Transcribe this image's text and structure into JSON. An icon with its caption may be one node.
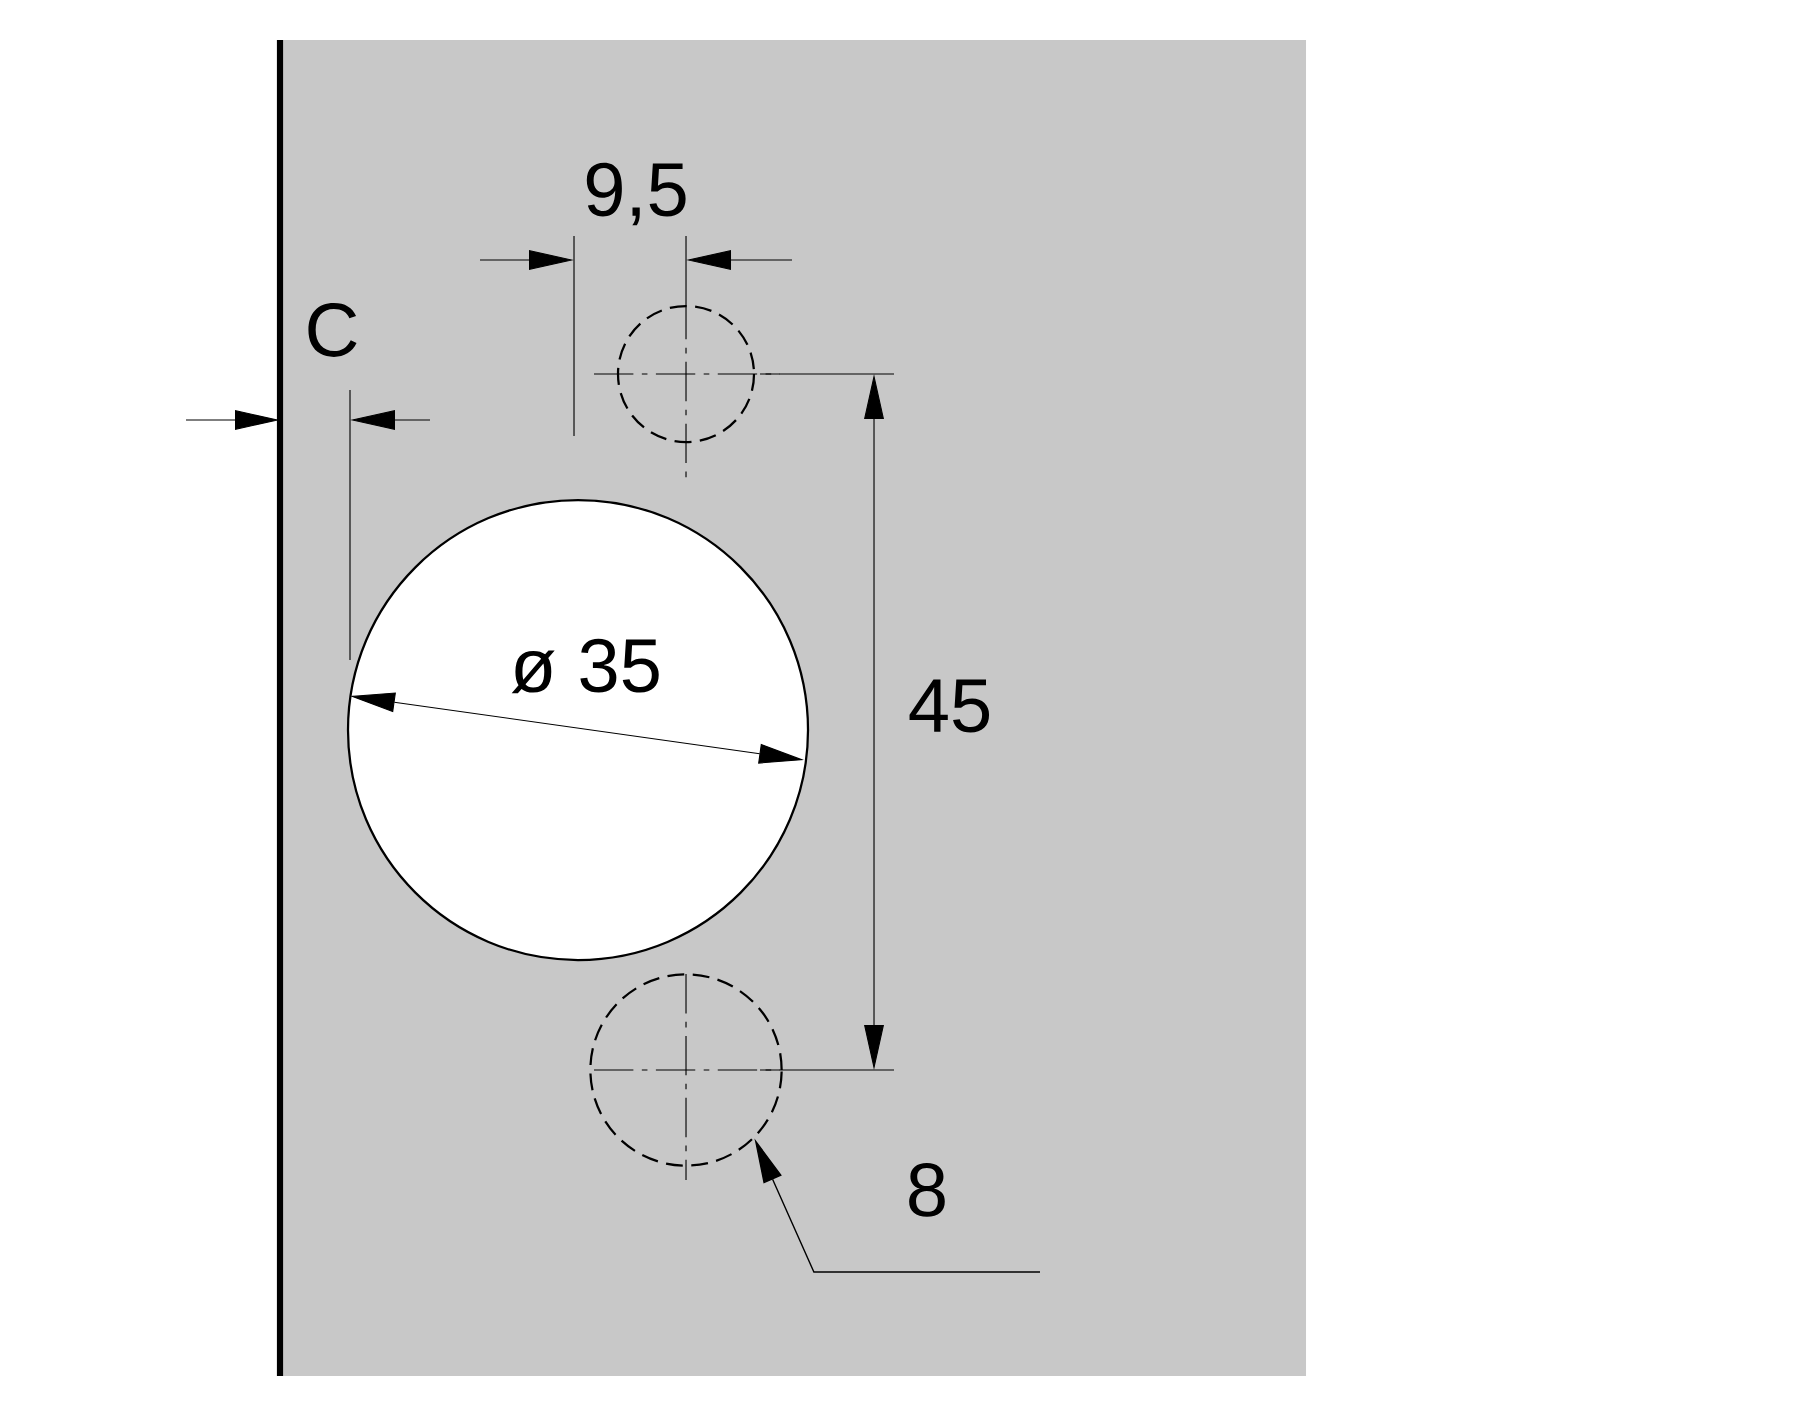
{
  "diagram": {
    "nodes": [
      {
        "text": [
          "8"
        ]
      },
      {
        "text": [],
        "shape": "circle"
      }
    ],
    "edges": [
      {
        "from": 0,
        "to": 1,
        "arrow": "to"
      }
    ],
    "labels": [
      "9,5",
      "C",
      "ø 35",
      "45"
    ]
  }
}
